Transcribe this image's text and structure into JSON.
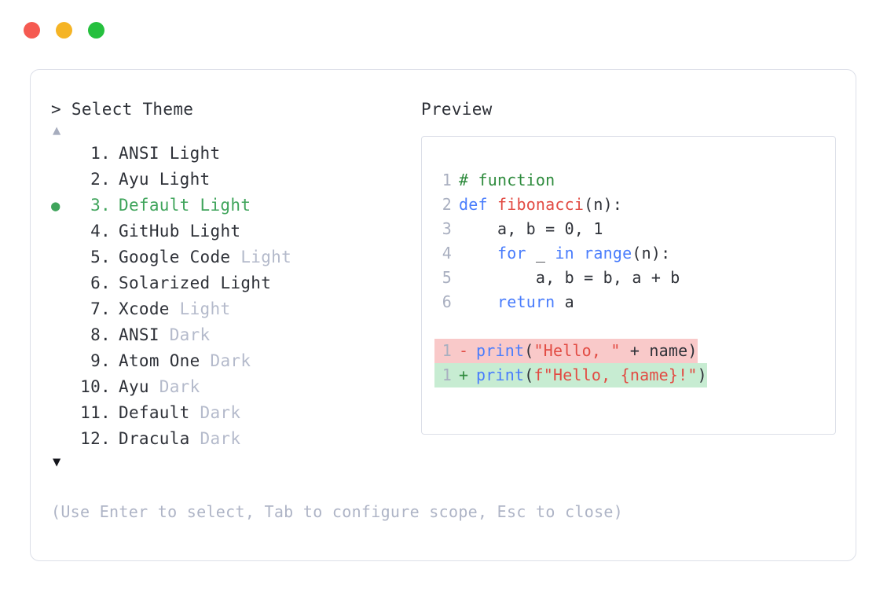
{
  "window": {
    "controls": [
      {
        "name": "close",
        "color": "#f55a51"
      },
      {
        "name": "minimize",
        "color": "#f5b425"
      },
      {
        "name": "maximize",
        "color": "#25c03e"
      }
    ]
  },
  "selector": {
    "prompt_symbol": ">",
    "prompt": "> Select Theme",
    "scroll_up_glyph": "▲",
    "scroll_down_glyph": "▼",
    "selected_bullet": "●",
    "selected_index": 3,
    "accent_color": "#3fa45b",
    "dim_color": "#b4bacb",
    "items": [
      {
        "num": "1.",
        "name": "ANSI",
        "variant": "Light",
        "variant_dim": false,
        "selected": false
      },
      {
        "num": "2.",
        "name": "Ayu",
        "variant": "Light",
        "variant_dim": false,
        "selected": false
      },
      {
        "num": "3.",
        "name": "Default",
        "variant": "Light",
        "variant_dim": false,
        "selected": true
      },
      {
        "num": "4.",
        "name": "GitHub",
        "variant": "Light",
        "variant_dim": false,
        "selected": false
      },
      {
        "num": "5.",
        "name": "Google Code",
        "variant": "Light",
        "variant_dim": true,
        "selected": false
      },
      {
        "num": "6.",
        "name": "Solarized",
        "variant": "Light",
        "variant_dim": false,
        "selected": false
      },
      {
        "num": "7.",
        "name": "Xcode",
        "variant": "Light",
        "variant_dim": true,
        "selected": false
      },
      {
        "num": "8.",
        "name": "ANSI",
        "variant": "Dark",
        "variant_dim": true,
        "selected": false
      },
      {
        "num": "9.",
        "name": "Atom One",
        "variant": "Dark",
        "variant_dim": true,
        "selected": false
      },
      {
        "num": "10.",
        "name": "Ayu",
        "variant": "Dark",
        "variant_dim": true,
        "selected": false
      },
      {
        "num": "11.",
        "name": "Default",
        "variant": "Dark",
        "variant_dim": true,
        "selected": false
      },
      {
        "num": "12.",
        "name": "Dracula",
        "variant": "Dark",
        "variant_dim": true,
        "selected": false
      }
    ],
    "hint": "(Use Enter to select, Tab to configure scope, Esc to close)"
  },
  "preview": {
    "title": "Preview",
    "code_lines": [
      {
        "num": "1",
        "tokens": [
          {
            "t": "# function",
            "c": "comment"
          }
        ]
      },
      {
        "num": "2",
        "tokens": [
          {
            "t": "def ",
            "c": "keyword"
          },
          {
            "t": "fibonacci",
            "c": "func"
          },
          {
            "t": "(n):",
            "c": "plain"
          }
        ]
      },
      {
        "num": "3",
        "tokens": [
          {
            "t": "    a, b = ",
            "c": "plain"
          },
          {
            "t": "0",
            "c": "number"
          },
          {
            "t": ", ",
            "c": "plain"
          },
          {
            "t": "1",
            "c": "number"
          }
        ]
      },
      {
        "num": "4",
        "tokens": [
          {
            "t": "    ",
            "c": "plain"
          },
          {
            "t": "for",
            "c": "keyword"
          },
          {
            "t": " _ ",
            "c": "plain"
          },
          {
            "t": "in",
            "c": "keyword"
          },
          {
            "t": " ",
            "c": "plain"
          },
          {
            "t": "range",
            "c": "builtin"
          },
          {
            "t": "(n):",
            "c": "plain"
          }
        ]
      },
      {
        "num": "5",
        "tokens": [
          {
            "t": "        a, b = b, a + b",
            "c": "plain"
          }
        ]
      },
      {
        "num": "6",
        "tokens": [
          {
            "t": "    ",
            "c": "plain"
          },
          {
            "t": "return",
            "c": "keyword"
          },
          {
            "t": " a",
            "c": "plain"
          }
        ]
      }
    ],
    "diff_lines": [
      {
        "num": "1",
        "sign": "-",
        "kind": "del",
        "bg": "#f9c9c9",
        "tokens": [
          {
            "t": "print",
            "c": "builtin"
          },
          {
            "t": "(",
            "c": "plain"
          },
          {
            "t": "\"Hello, \"",
            "c": "string"
          },
          {
            "t": " + name)",
            "c": "plain"
          }
        ]
      },
      {
        "num": "1",
        "sign": "+",
        "kind": "add",
        "bg": "#c7ecd2",
        "tokens": [
          {
            "t": "print",
            "c": "builtin"
          },
          {
            "t": "(",
            "c": "plain"
          },
          {
            "t": "f\"Hello, {name}!\"",
            "c": "string"
          },
          {
            "t": ")",
            "c": "plain"
          }
        ]
      }
    ]
  }
}
